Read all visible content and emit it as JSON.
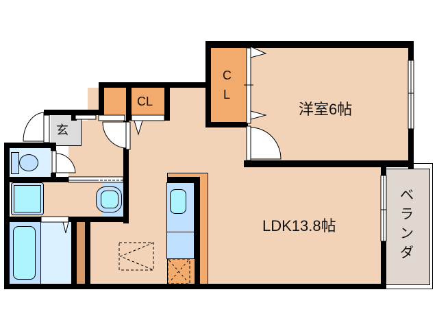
{
  "floor_plan": {
    "rooms": {
      "western_room": {
        "label": "洋室6帖",
        "type": "bedroom",
        "size_jo": 6
      },
      "ldk": {
        "label": "LDK13.8帖",
        "type": "living-dining-kitchen",
        "size_jo": 13.8
      },
      "closet_bedroom": {
        "label_line1": "C",
        "label_line2": "L",
        "type": "closet"
      },
      "closet_hall": {
        "label": "CL",
        "type": "closet"
      },
      "entrance": {
        "label": "玄",
        "type": "entrance"
      },
      "balcony": {
        "label_chars": [
          "ベ",
          "ラ",
          "ン",
          "ダ"
        ],
        "label": "ベランダ",
        "type": "balcony"
      },
      "toilet": {
        "type": "toilet"
      },
      "washroom": {
        "type": "washroom"
      },
      "bathroom": {
        "type": "bathroom"
      },
      "kitchen": {
        "type": "kitchen"
      }
    },
    "colors": {
      "floor": "#f2d3b7",
      "closet": "#f2ab6d",
      "wet_area": "#dcf1ff",
      "fixture": "#bfe0ff",
      "fixture_inner": "#aef4ff",
      "entrance": "#dcdcdc",
      "balcony": "#e0d8d0",
      "wall": "#000000"
    }
  }
}
